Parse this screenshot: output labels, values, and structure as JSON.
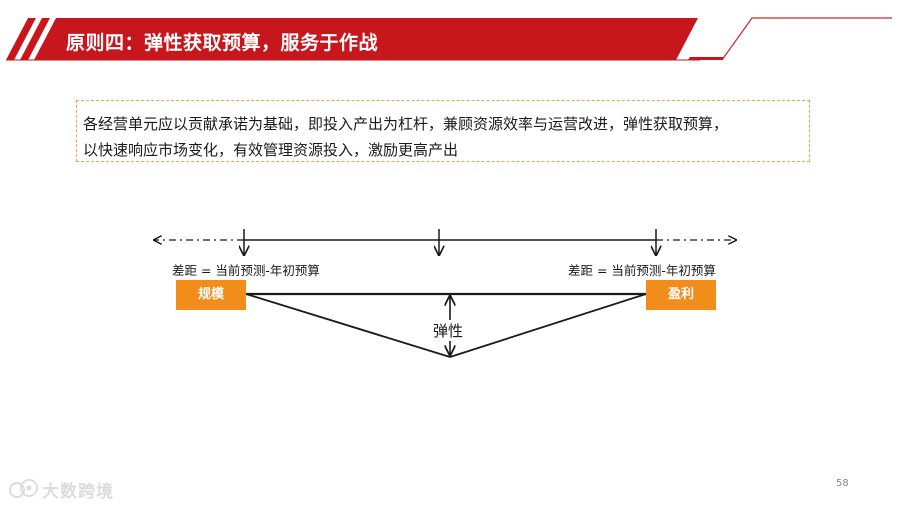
{
  "header": {
    "title": "原则四：弹性获取预算，服务于作战",
    "accent_color": "#c8161d"
  },
  "principle": {
    "line1": "各经营单元应以贡献承诺为基础，即投入产出为杠杆，兼顾资源效率与运营改进，弹性获取预算，",
    "line2": "以快速响应市场变化，有效管理资源投入，激励更高产出"
  },
  "diagram": {
    "left_box": "规模",
    "right_box": "盈利",
    "left_formula": "差距 = 当前预测-年初预算",
    "right_formula": "差距 = 当前预测-年初预算",
    "center_label": "弹性",
    "box_color": "#f28c1b"
  },
  "footer": {
    "page_number": "58",
    "watermark": "大数跨境"
  }
}
